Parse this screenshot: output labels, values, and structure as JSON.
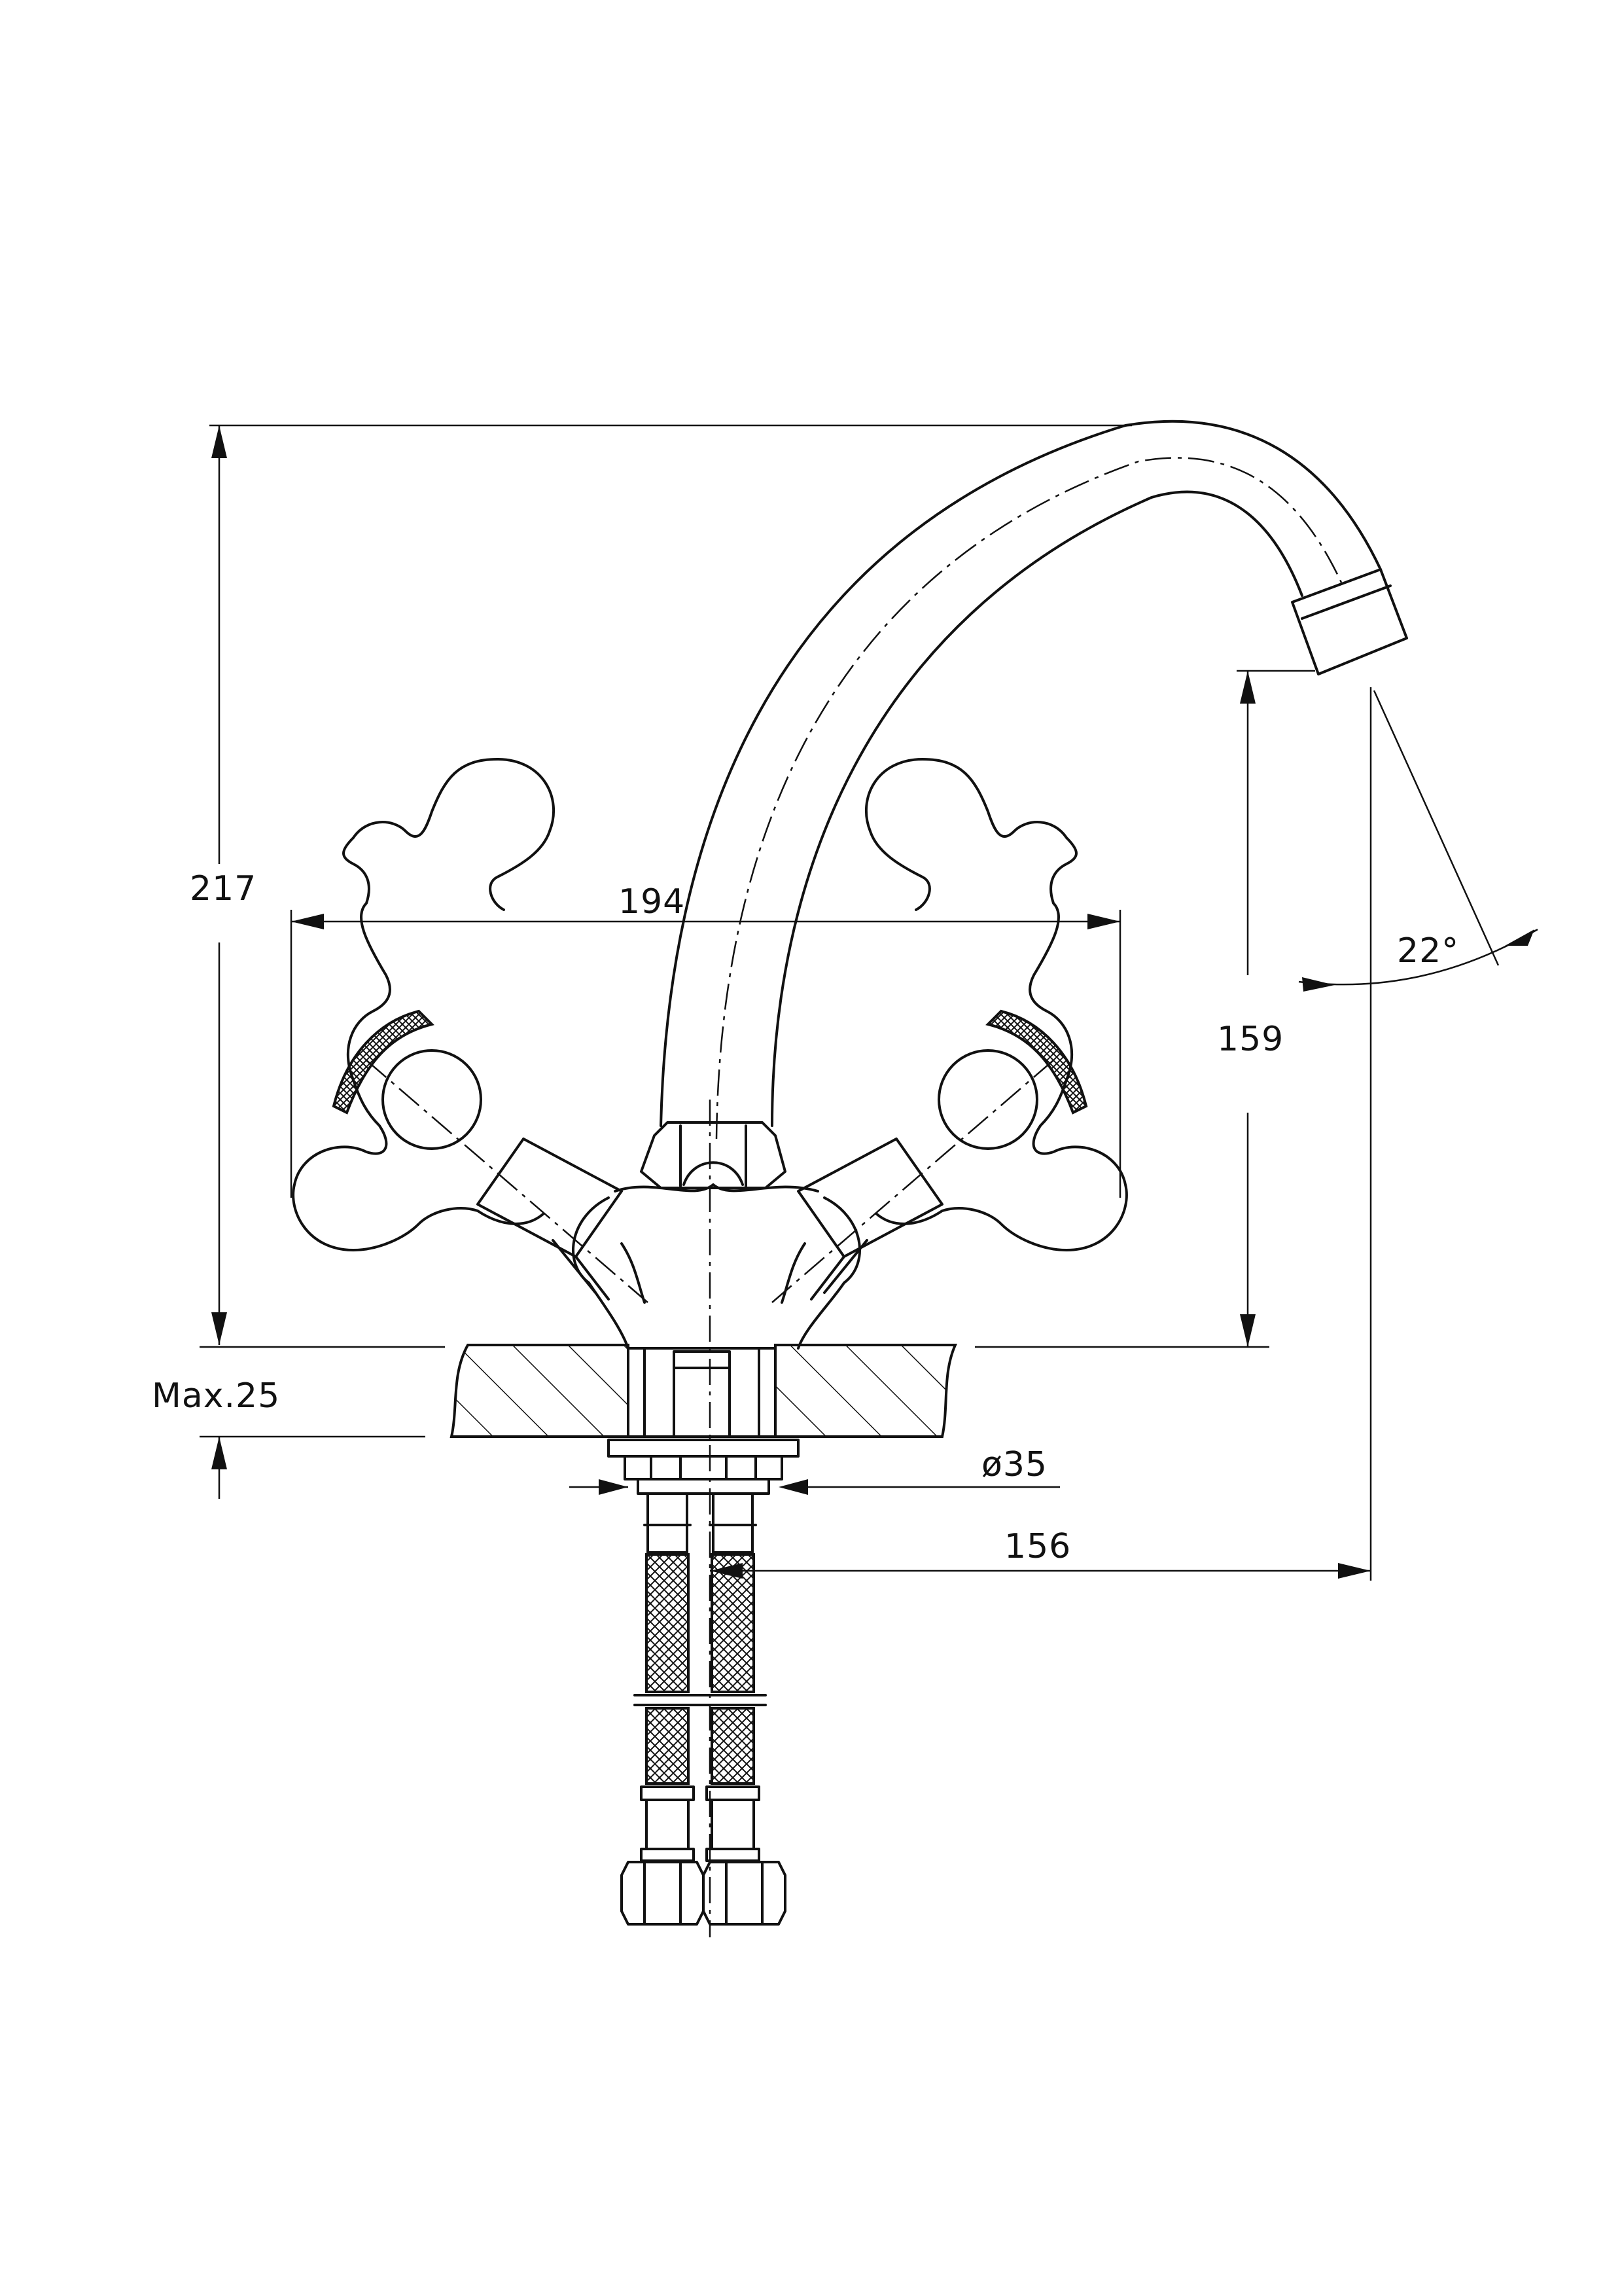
{
  "dimensions": {
    "total_height": "217",
    "handle_span": "194",
    "spout_clearance": "159",
    "spout_angle": "22°",
    "max_deck_thickness": "Max.25",
    "mount_diameter": "ø35",
    "spout_reach": "156"
  },
  "colors": {
    "line": "#111111",
    "background": "#ffffff"
  }
}
